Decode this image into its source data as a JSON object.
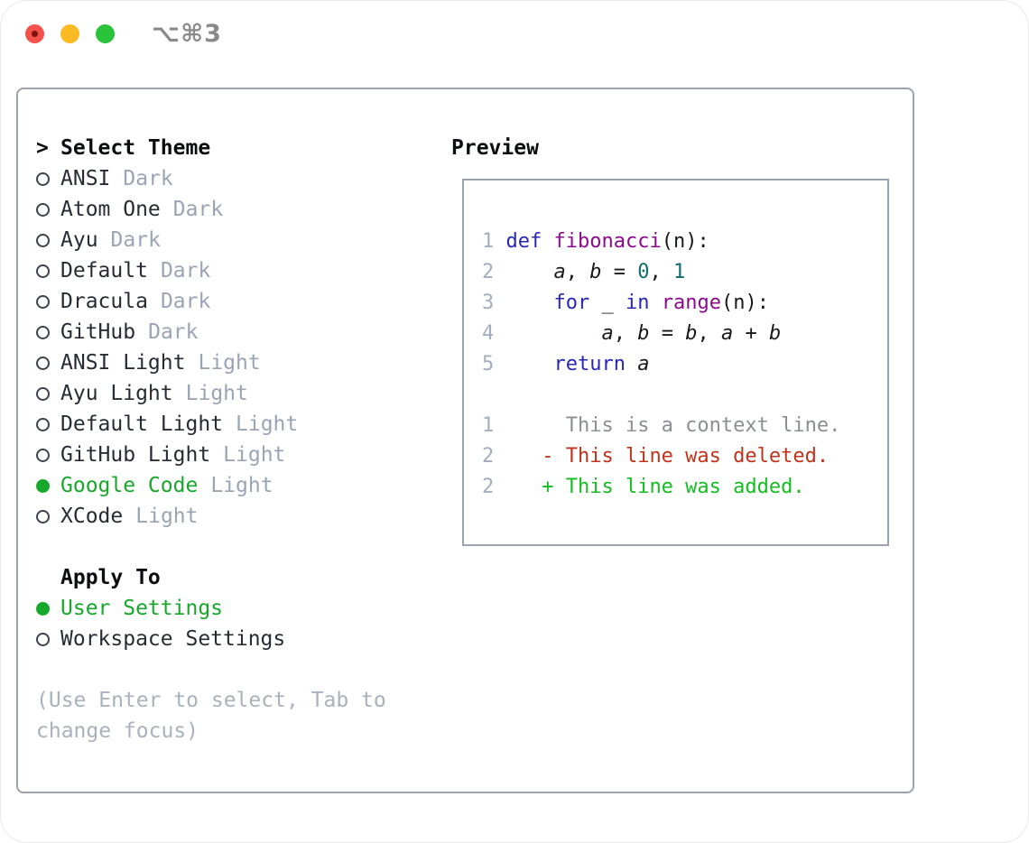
{
  "window": {
    "title": "⌥⌘3"
  },
  "colors": {
    "traffic_red": "#f2514c",
    "traffic_red_dot": "#7c130e",
    "traffic_yellow": "#fbb924",
    "traffic_green": "#2bc23c",
    "title_gray": "#8a8a8a",
    "border_gray": "#9aa3ae",
    "text_black": "#0b0d10",
    "item_text": "#272c34",
    "tag_gray": "#9aa4b4",
    "radio_ring": "#3d434c",
    "selected_green": "#17a82b",
    "help_gray": "#a9b1bd",
    "line_number_gray": "#a4adbd",
    "keyword_blue": "#2826b3",
    "function_purple": "#8d0a8d",
    "literal_teal": "#0d6e6e",
    "plain_code": "#17191d",
    "context_gray": "#8b8e92",
    "deleted_red": "#c1331a",
    "added_green": "#14bd20"
  },
  "theme_panel": {
    "focus_caret": ">",
    "header": "Select Theme",
    "items": [
      {
        "name": "ANSI",
        "tag": "Dark",
        "selected": false
      },
      {
        "name": "Atom One",
        "tag": "Dark",
        "selected": false
      },
      {
        "name": "Ayu",
        "tag": "Dark",
        "selected": false
      },
      {
        "name": "Default",
        "tag": "Dark",
        "selected": false
      },
      {
        "name": "Dracula",
        "tag": "Dark",
        "selected": false
      },
      {
        "name": "GitHub",
        "tag": "Dark",
        "selected": false
      },
      {
        "name": "ANSI Light",
        "tag": "Light",
        "selected": false
      },
      {
        "name": "Ayu Light",
        "tag": "Light",
        "selected": false
      },
      {
        "name": "Default Light",
        "tag": "Light",
        "selected": false
      },
      {
        "name": "GitHub Light",
        "tag": "Light",
        "selected": false
      },
      {
        "name": "Google Code",
        "tag": "Light",
        "selected": true
      },
      {
        "name": "XCode",
        "tag": "Light",
        "selected": false
      }
    ]
  },
  "apply_panel": {
    "header": "Apply To",
    "options": [
      {
        "name": "User Settings",
        "selected": true
      },
      {
        "name": "Workspace Settings",
        "selected": false
      }
    ]
  },
  "help_text": "(Use Enter to select, Tab to change focus)",
  "preview": {
    "header": "Preview",
    "lines": [
      {
        "num": "1",
        "segs": [
          [
            "def",
            "kw"
          ],
          [
            " ",
            "pl"
          ],
          [
            "fibonacci",
            "fn"
          ],
          [
            "(n):",
            "pl"
          ]
        ]
      },
      {
        "num": "2",
        "segs": [
          [
            "    ",
            "pl"
          ],
          [
            "a",
            "var"
          ],
          [
            ", ",
            "pl"
          ],
          [
            "b",
            "var"
          ],
          [
            " = ",
            "pl"
          ],
          [
            "0",
            "lit"
          ],
          [
            ", ",
            "pl"
          ],
          [
            "1",
            "lit"
          ]
        ]
      },
      {
        "num": "3",
        "segs": [
          [
            "    ",
            "pl"
          ],
          [
            "for",
            "kw"
          ],
          [
            " _ ",
            "pl"
          ],
          [
            "in",
            "kw"
          ],
          [
            " ",
            "pl"
          ],
          [
            "range",
            "fn"
          ],
          [
            "(n):",
            "pl"
          ]
        ]
      },
      {
        "num": "4",
        "segs": [
          [
            "        ",
            "pl"
          ],
          [
            "a",
            "var"
          ],
          [
            ", ",
            "pl"
          ],
          [
            "b",
            "var"
          ],
          [
            " = ",
            "pl"
          ],
          [
            "b",
            "var"
          ],
          [
            ", ",
            "pl"
          ],
          [
            "a",
            "var"
          ],
          [
            " + ",
            "pl"
          ],
          [
            "b",
            "var"
          ]
        ]
      },
      {
        "num": "5",
        "segs": [
          [
            "    ",
            "pl"
          ],
          [
            "return",
            "kw"
          ],
          [
            " ",
            "pl"
          ],
          [
            "a",
            "var"
          ]
        ]
      },
      {
        "num": "",
        "segs": []
      },
      {
        "num": "1",
        "segs": [
          [
            "     This is a context line.",
            "ctx"
          ]
        ]
      },
      {
        "num": "2",
        "segs": [
          [
            "   - This line was deleted.",
            "del"
          ]
        ]
      },
      {
        "num": "2",
        "segs": [
          [
            "   + This line was added.",
            "add"
          ]
        ]
      }
    ]
  }
}
